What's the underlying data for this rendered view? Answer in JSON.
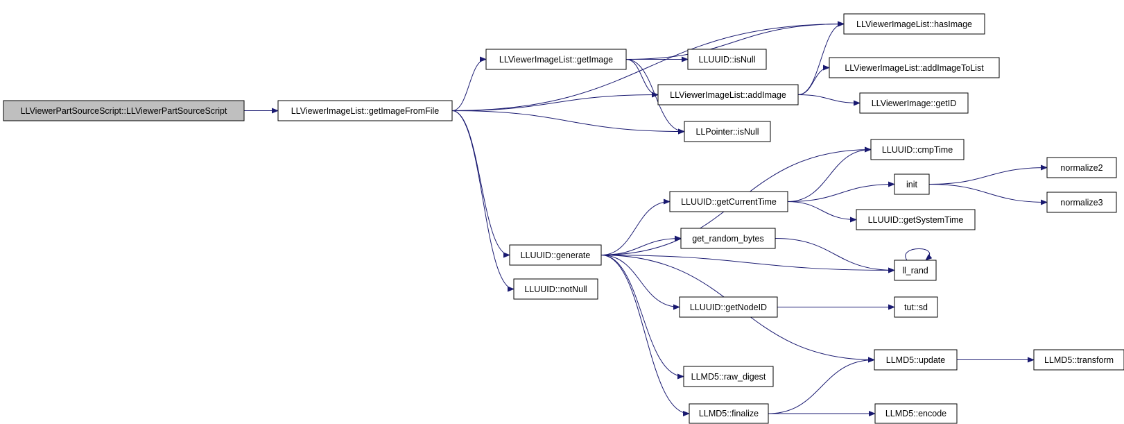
{
  "graph": {
    "edge_color": "#191970",
    "root_fill": "#bfbfbf",
    "nodes": [
      {
        "id": "root",
        "label": "LLViewerPartSourceScript::LLViewerPartSourceScript"
      },
      {
        "id": "getImageFromFile",
        "label": "LLViewerImageList::getImageFromFile"
      },
      {
        "id": "getImage",
        "label": "LLViewerImageList::getImage"
      },
      {
        "id": "hasImage",
        "label": "LLViewerImageList::hasImage"
      },
      {
        "id": "isNullUUID",
        "label": "LLUUID::isNull"
      },
      {
        "id": "addImageToList",
        "label": "LLViewerImageList::addImageToList"
      },
      {
        "id": "addImage",
        "label": "LLViewerImageList::addImage"
      },
      {
        "id": "getID",
        "label": "LLViewerImage::getID"
      },
      {
        "id": "isNullPtr",
        "label": "LLPointer::isNull"
      },
      {
        "id": "cmpTime",
        "label": "LLUUID::cmpTime"
      },
      {
        "id": "normalize2",
        "label": "normalize2"
      },
      {
        "id": "init",
        "label": "init"
      },
      {
        "id": "getCurrentTime",
        "label": "LLUUID::getCurrentTime"
      },
      {
        "id": "normalize3",
        "label": "normalize3"
      },
      {
        "id": "getSystemTime",
        "label": "LLUUID::getSystemTime"
      },
      {
        "id": "get_random_bytes",
        "label": "get_random_bytes"
      },
      {
        "id": "generate",
        "label": "LLUUID::generate"
      },
      {
        "id": "ll_rand",
        "label": "ll_rand"
      },
      {
        "id": "notNull",
        "label": "LLUUID::notNull"
      },
      {
        "id": "getNodeID",
        "label": "LLUUID::getNodeID"
      },
      {
        "id": "tut_sd",
        "label": "tut::sd"
      },
      {
        "id": "update",
        "label": "LLMD5::update"
      },
      {
        "id": "transform",
        "label": "LLMD5::transform"
      },
      {
        "id": "raw_digest",
        "label": "LLMD5::raw_digest"
      },
      {
        "id": "finalize",
        "label": "LLMD5::finalize"
      },
      {
        "id": "encode",
        "label": "LLMD5::encode"
      }
    ],
    "edges": [
      [
        "root",
        "getImageFromFile"
      ],
      [
        "getImageFromFile",
        "hasImage"
      ],
      [
        "getImageFromFile",
        "getImage"
      ],
      [
        "getImageFromFile",
        "addImage"
      ],
      [
        "getImageFromFile",
        "isNullPtr"
      ],
      [
        "getImageFromFile",
        "generate"
      ],
      [
        "getImageFromFile",
        "notNull"
      ],
      [
        "getImage",
        "hasImage"
      ],
      [
        "getImage",
        "isNullUUID"
      ],
      [
        "getImage",
        "addImage"
      ],
      [
        "getImage",
        "isNullPtr"
      ],
      [
        "addImage",
        "hasImage"
      ],
      [
        "addImage",
        "addImageToList"
      ],
      [
        "addImage",
        "getID"
      ],
      [
        "generate",
        "cmpTime"
      ],
      [
        "generate",
        "getCurrentTime"
      ],
      [
        "generate",
        "get_random_bytes"
      ],
      [
        "generate",
        "ll_rand"
      ],
      [
        "generate",
        "getNodeID"
      ],
      [
        "generate",
        "update"
      ],
      [
        "generate",
        "raw_digest"
      ],
      [
        "generate",
        "finalize"
      ],
      [
        "getCurrentTime",
        "cmpTime"
      ],
      [
        "getCurrentTime",
        "init"
      ],
      [
        "getCurrentTime",
        "getSystemTime"
      ],
      [
        "init",
        "normalize2"
      ],
      [
        "init",
        "normalize3"
      ],
      [
        "get_random_bytes",
        "ll_rand"
      ],
      [
        "ll_rand",
        "ll_rand"
      ],
      [
        "getNodeID",
        "tut_sd"
      ],
      [
        "update",
        "transform"
      ],
      [
        "finalize",
        "update"
      ],
      [
        "finalize",
        "encode"
      ]
    ]
  }
}
